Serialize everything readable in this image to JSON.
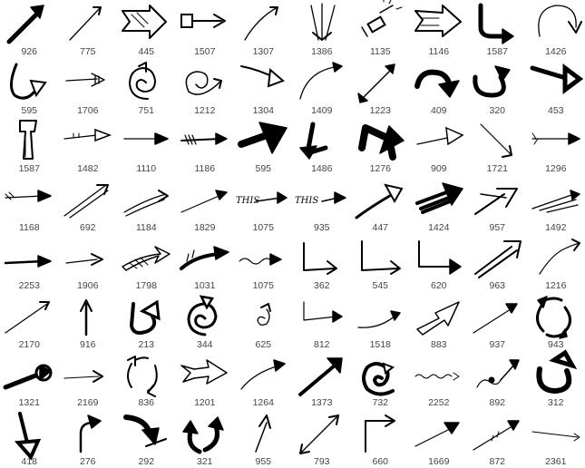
{
  "brush_ids": [
    "926",
    "775",
    "445",
    "1507",
    "1307",
    "1386",
    "1135",
    "1146",
    "1587",
    "1426",
    "595",
    "1706",
    "751",
    "1212",
    "1304",
    "1409",
    "1223",
    "409",
    "320",
    "453",
    "1587",
    "1482",
    "1110",
    "1186",
    "595",
    "1486",
    "1276",
    "909",
    "1721",
    "1296",
    "1168",
    "692",
    "1184",
    "1829",
    "1075",
    "935",
    "447",
    "1424",
    "957",
    "1492",
    "2253",
    "1906",
    "1798",
    "1031",
    "1075",
    "362",
    "545",
    "620",
    "963",
    "1216",
    "2170",
    "916",
    "213",
    "344",
    "625",
    "812",
    "1518",
    "883",
    "937",
    "943",
    "1321",
    "2169",
    "836",
    "1201",
    "1264",
    "1373",
    "732",
    "2252",
    "892",
    "312",
    "418",
    "276",
    "292",
    "321",
    "955",
    "793",
    "660",
    "1669",
    "872",
    "2361"
  ],
  "sketch_words": [
    "THIS",
    "THIS"
  ]
}
